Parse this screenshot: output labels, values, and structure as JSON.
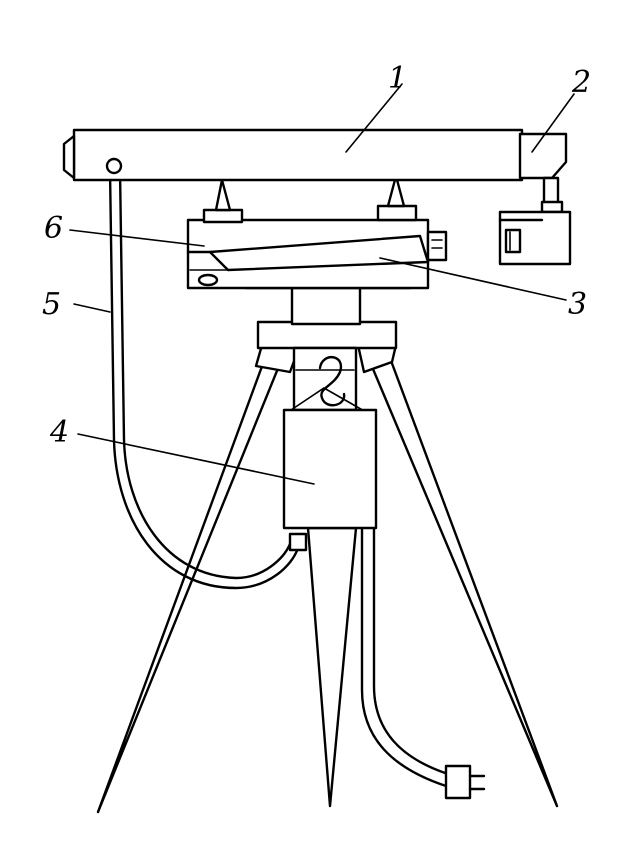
{
  "colors": {
    "ink": "#000000",
    "paper": "#ffffff"
  },
  "labels": {
    "l1": "1",
    "l2": "2",
    "l3": "3",
    "l4": "4",
    "l5": "5",
    "l6": "6"
  }
}
